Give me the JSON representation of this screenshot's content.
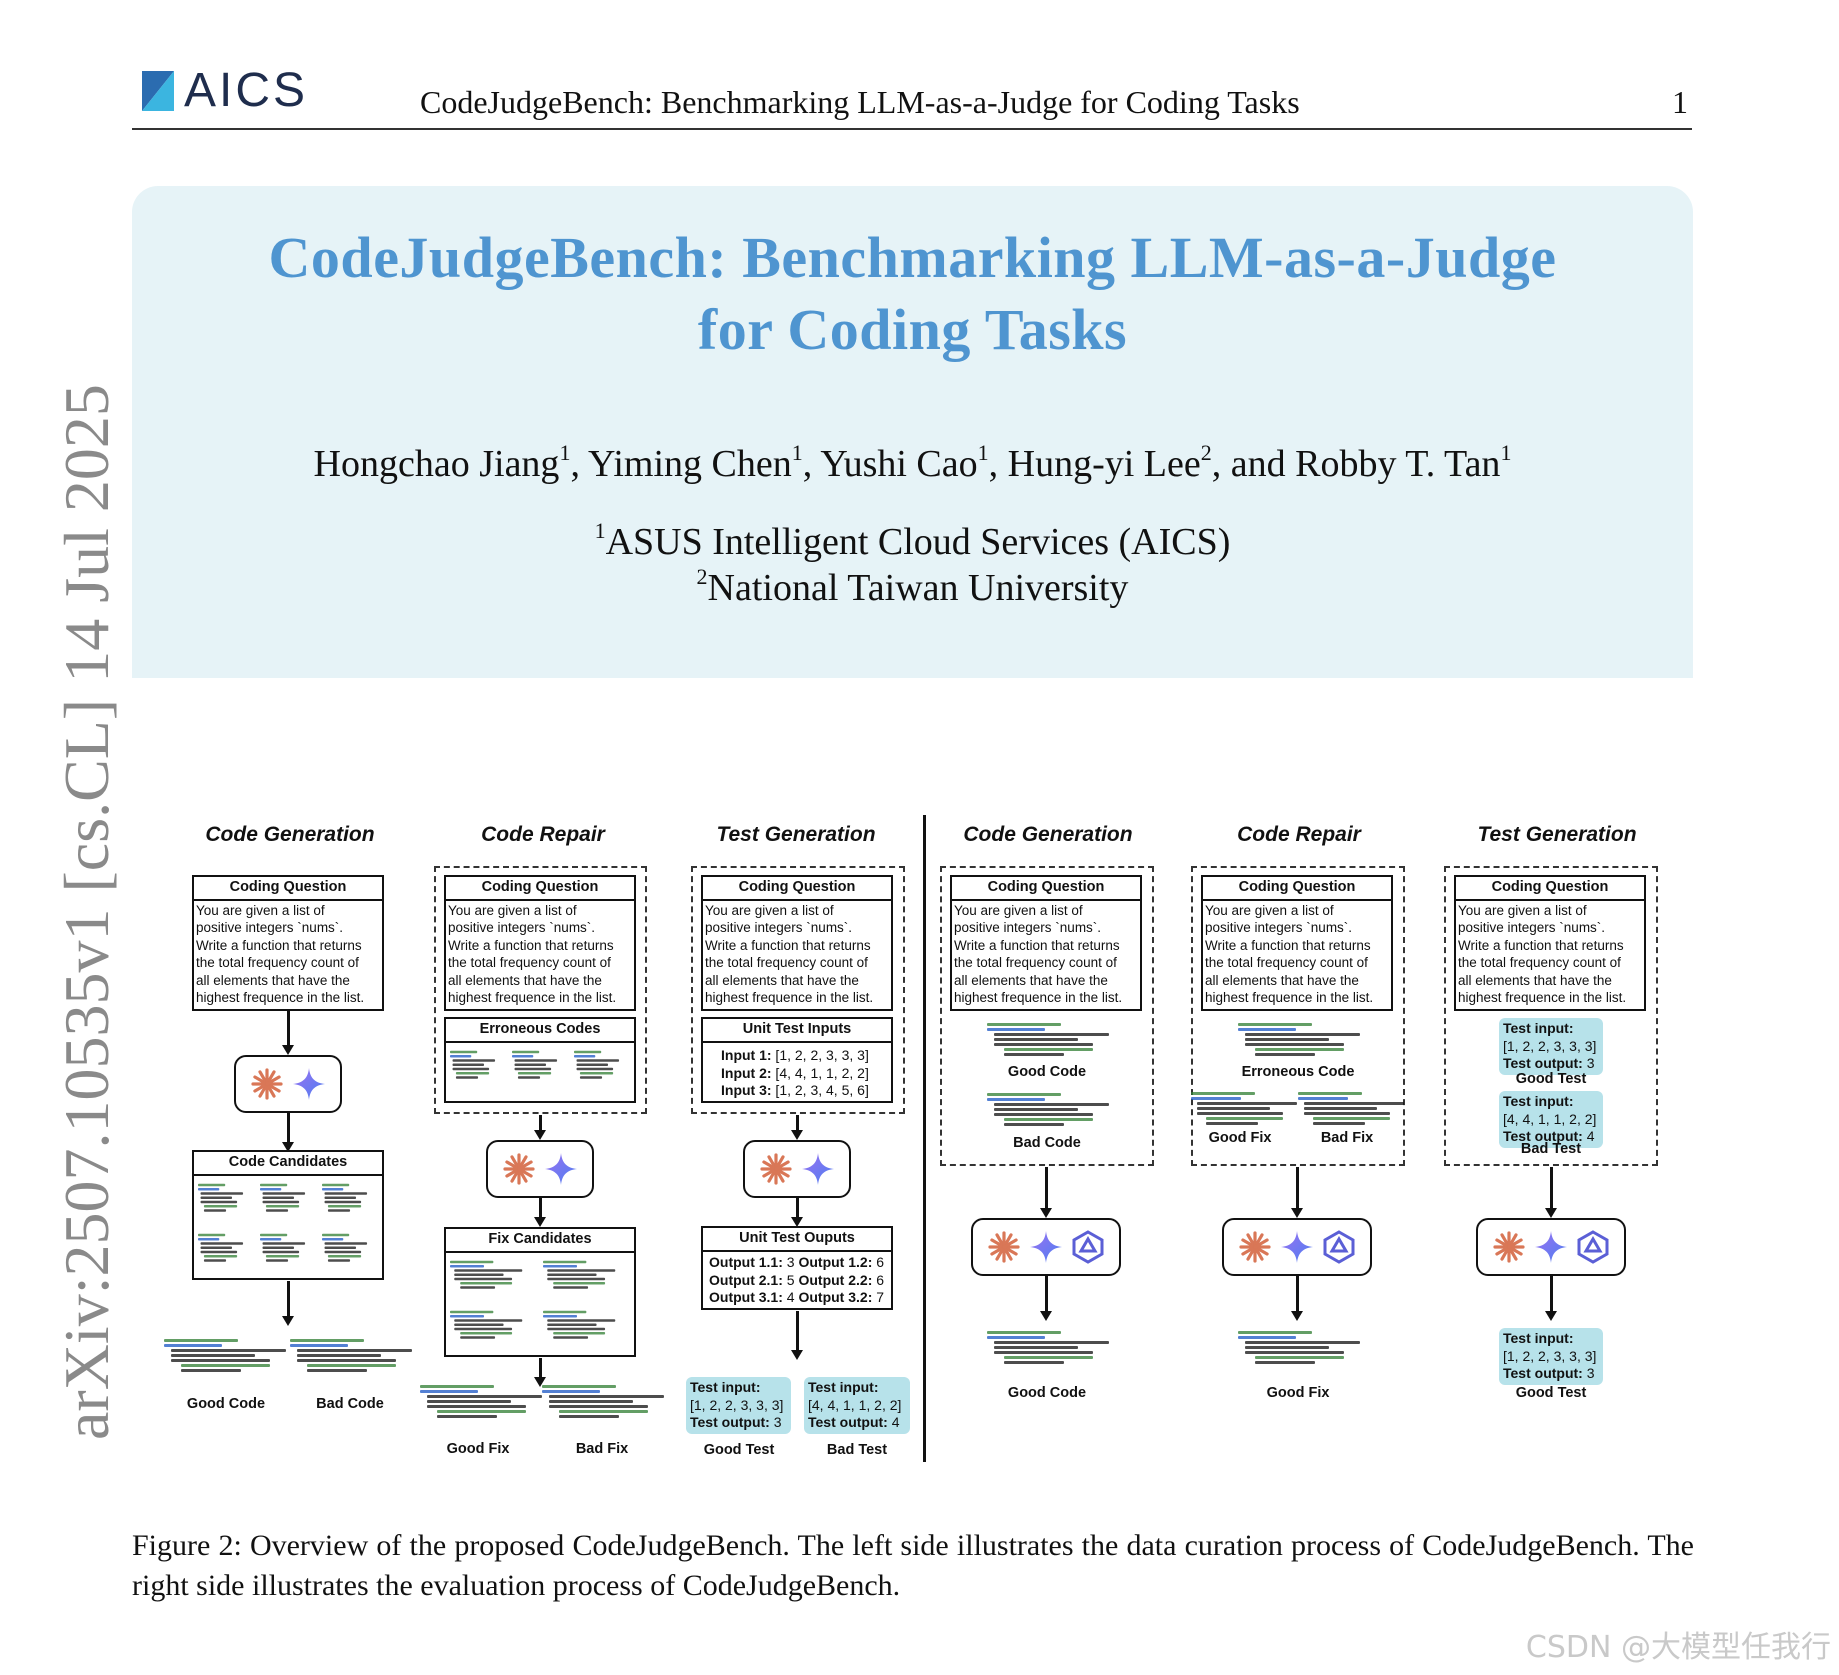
{
  "arxiv_stamp": "arXiv:2507.10535v1  [cs.CL]  14 Jul 2025",
  "header": {
    "logo_text": "AICS",
    "running_title": "CodeJudgeBench: Benchmarking LLM-as-a-Judge for Coding Tasks",
    "page_number": "1"
  },
  "title": {
    "line1": "CodeJudgeBench: Benchmarking LLM-as-a-Judge",
    "line2": "for Coding Tasks"
  },
  "authors": [
    {
      "name": "Hongchao Jiang",
      "affil": "1",
      "sep": ", "
    },
    {
      "name": "Yiming Chen",
      "affil": "1",
      "sep": ", "
    },
    {
      "name": "Yushi Cao",
      "affil": "1",
      "sep": ", "
    },
    {
      "name": "Hung-yi Lee",
      "affil": "2",
      "sep": ", and "
    },
    {
      "name": "Robby T. Tan",
      "affil": "1",
      "sep": ""
    }
  ],
  "affiliations": [
    {
      "mark": "1",
      "text": "ASUS Intelligent Cloud Services (AICS)"
    },
    {
      "mark": "2",
      "text": "National Taiwan University"
    }
  ],
  "figure": {
    "left": {
      "gen_title": "Code Generation",
      "rep_title": "Code Repair",
      "test_title": "Test Generation"
    },
    "right": {
      "gen_title": "Code Generation",
      "rep_title": "Code Repair",
      "test_title": "Test Generation"
    },
    "coding_question_label": "Coding Question",
    "coding_question_lines": [
      "You are given a list of",
      "positive integers `nums`.",
      "Write a function that returns",
      "the total frequency count of",
      "all elements that have the",
      "highest frequence in the list."
    ],
    "code_candidates_label": "Code Candidates",
    "erroneous_codes_label": "Erroneous Codes",
    "fix_candidates_label": "Fix Candidates",
    "unit_test_inputs_label": "Unit Test Inputs",
    "unit_test_inputs": [
      {
        "k": "Input 1:",
        "v": " [1, 2, 2, 3, 3, 3]"
      },
      {
        "k": "Input 2:",
        "v": " [4, 4, 1, 1, 2, 2]"
      },
      {
        "k": "Input 3:",
        "v": " [1, 2, 3, 4, 5, 6]"
      }
    ],
    "unit_test_outputs_label": "Unit Test Ouputs",
    "unit_test_outputs": [
      {
        "k1": "Output 1.1:",
        "v1": " 3 ",
        "k2": "Output 1.2:",
        "v2": " 6"
      },
      {
        "k1": "Output 2.1:",
        "v1": " 5 ",
        "k2": "Output 2.2:",
        "v2": " 6"
      },
      {
        "k1": "Output 3.1:",
        "v1": " 4 ",
        "k2": "Output 3.2:",
        "v2": " 7"
      }
    ],
    "labels": {
      "good_code": "Good Code",
      "bad_code": "Bad Code",
      "good_fix": "Good Fix",
      "bad_fix": "Bad Fix",
      "good_test": "Good Test",
      "bad_test": "Bad Test",
      "erroneous_code": "Erroneous Code"
    },
    "test_cards": {
      "good": {
        "input_label": "Test input:",
        "input": "[1, 2, 2, 3, 3, 3]",
        "output_label": "Test output:",
        "output": " 3"
      },
      "bad": {
        "input_label": "Test input:",
        "input": "[4, 4, 1, 1, 2, 2]",
        "output_label": "Test output:",
        "output": " 4"
      }
    },
    "icons": [
      "claude-icon",
      "gemini-icon",
      "qwen-icon"
    ],
    "colors": {
      "claude": "#d97757",
      "gemini": "#4c7ef0",
      "qwen": "#5b5fd6",
      "test_card": "#b7e2ea",
      "title_blue": "#4f95d0",
      "title_bg": "#e6f3f7"
    }
  },
  "caption": "Figure 2: Overview of the proposed CodeJudgeBench. The left side illustrates the data curation process of CodeJudgeBench. The right side illustrates the evaluation process of CodeJudgeBench.",
  "watermark": "CSDN @大模型任我行"
}
